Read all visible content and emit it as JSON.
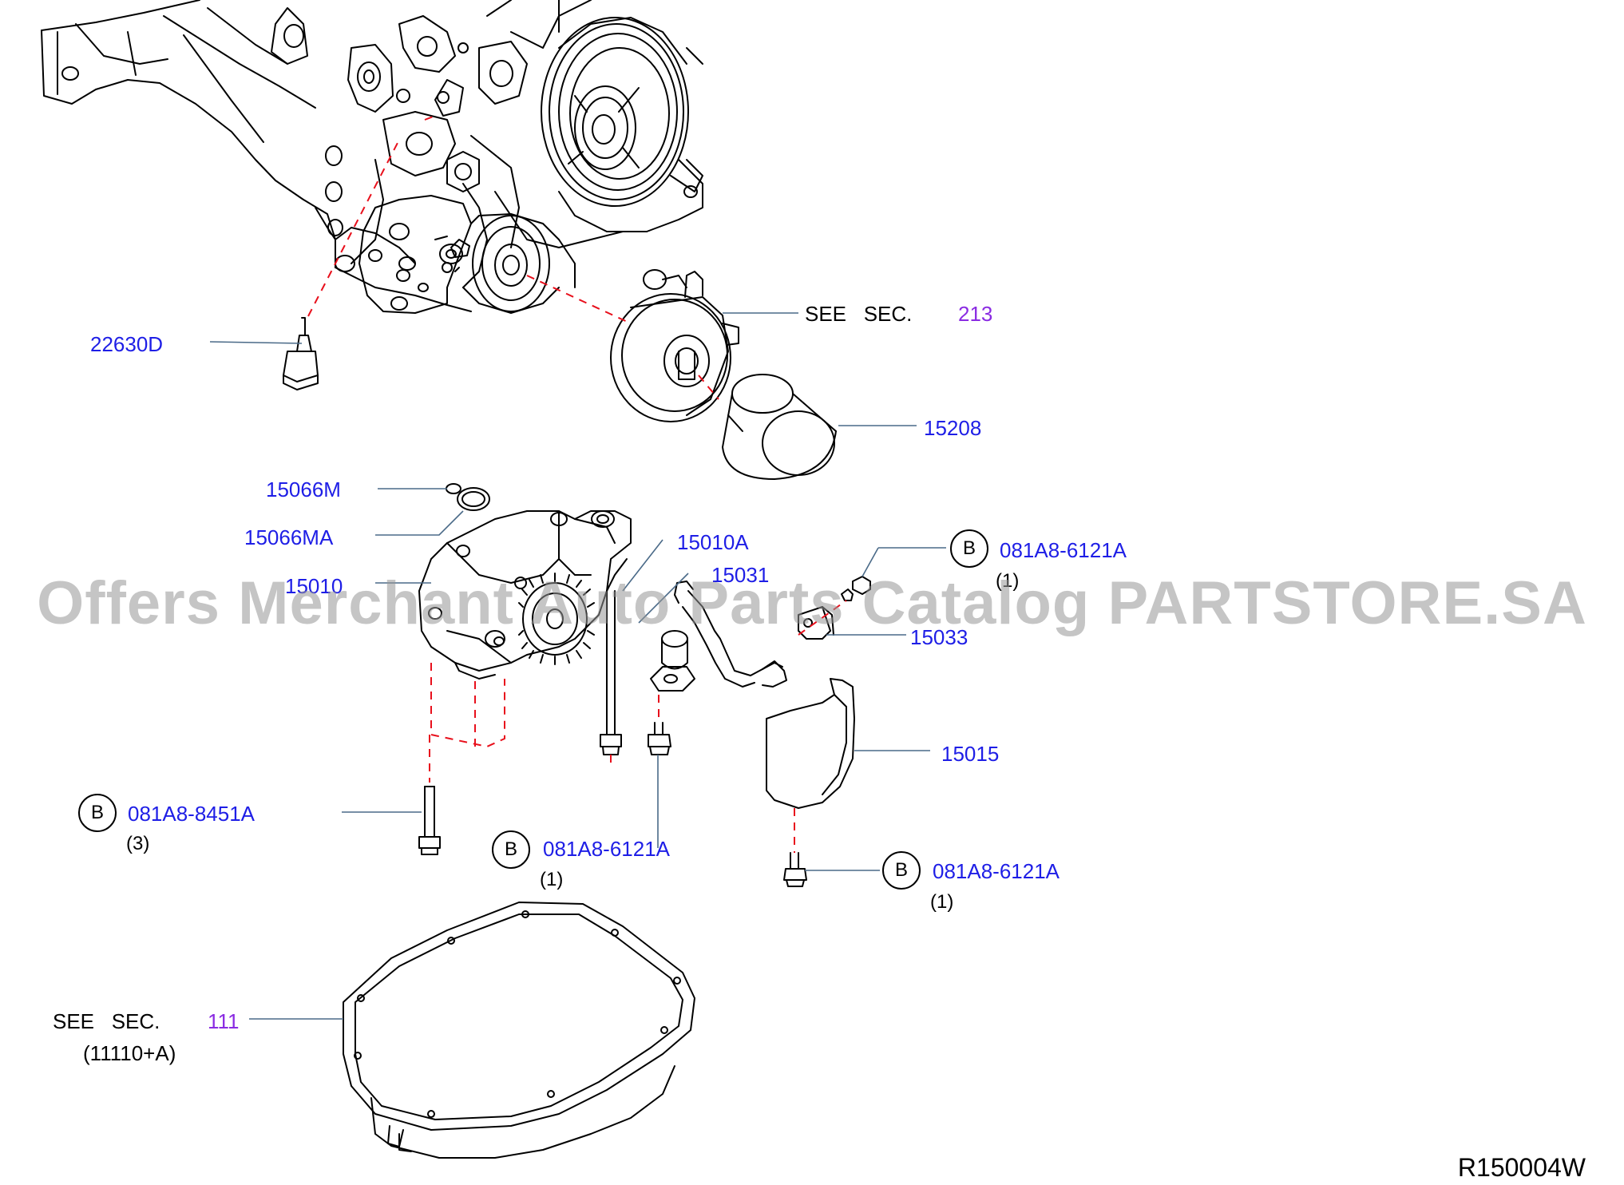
{
  "watermark": "Offers Merchant Auto Parts Catalog PARTSTORE.SA",
  "diagram_code": "R150004W",
  "see_sec_label": "SEE   SEC.",
  "callouts": {
    "p22630D": "22630D",
    "p15208": "15208",
    "p15066M": "15066M",
    "p15066MA": "15066MA",
    "p15010": "15010",
    "p15010A": "15010A",
    "p15031": "15031",
    "p15033": "15033",
    "p15015": "15015",
    "sec213": "213",
    "sec111": "111",
    "sec111_note": "(11110+A)"
  },
  "bolts": [
    {
      "marker": "B",
      "part": "081A8-6121A",
      "qty": "(1)"
    },
    {
      "marker": "B",
      "part": "081A8-8451A",
      "qty": "(3)"
    },
    {
      "marker": "B",
      "part": "081A8-6121A",
      "qty": "(1)"
    },
    {
      "marker": "B",
      "part": "081A8-6121A",
      "qty": "(1)"
    }
  ]
}
